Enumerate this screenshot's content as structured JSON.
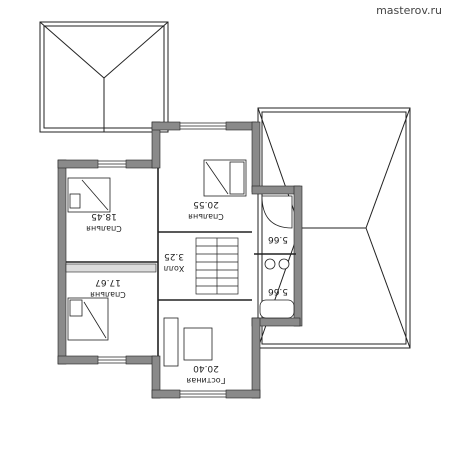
{
  "watermark": "masterov.ru",
  "rooms": {
    "bedroom_nw": {
      "name": "Спальня",
      "area": "18.45"
    },
    "bedroom_n": {
      "name": "Спальня",
      "area": "20.55"
    },
    "hall": {
      "name": "Холл",
      "area": "3.25"
    },
    "bedroom_sw": {
      "name": "Спальня",
      "area": "17.67"
    },
    "living": {
      "name": "Гостиная",
      "area": "20.40"
    },
    "bath_upper": {
      "area": "5.66"
    },
    "bath_lower": {
      "area": "5.66"
    }
  }
}
